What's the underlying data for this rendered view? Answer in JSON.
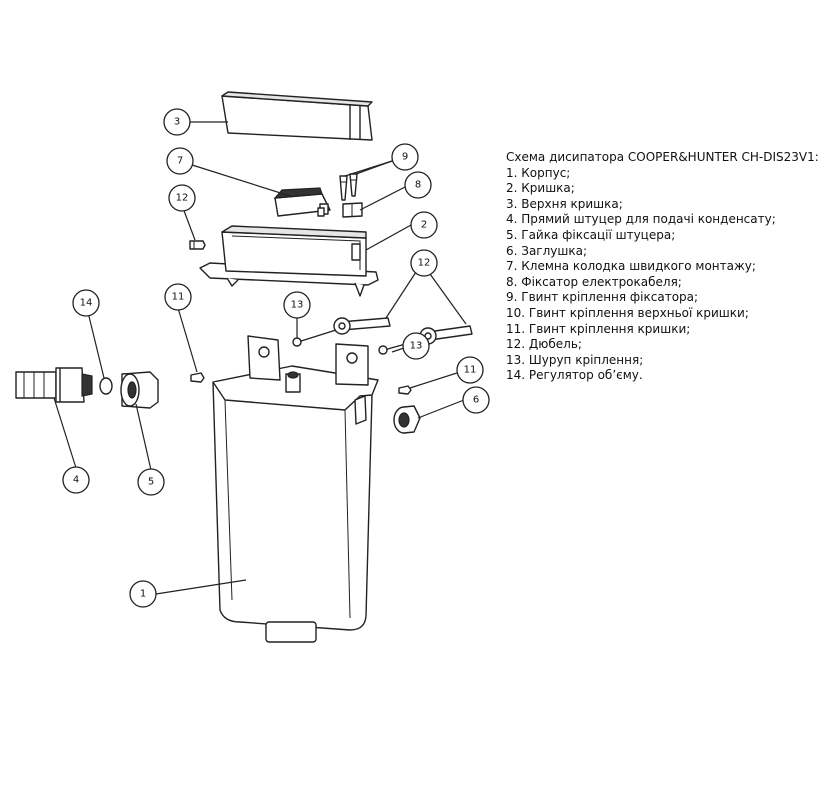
{
  "legend": {
    "title": "Схема дисипатора COOPER&HUNTER CH-DIS23V1:",
    "items": [
      "1. Корпус;",
      "2. Кришка;",
      "3. Верхня кришка;",
      "4. Прямий штуцер для подачі конденсату;",
      "5. Гайка фіксації штуцера;",
      "6. Заглушка;",
      "7. Клемна колодка швидкого монтажу;",
      "8. Фіксатор електрокабеля;",
      "9. Гвинт кріплення фіксатора;",
      "10. Гвинт кріплення верхньої кришки;",
      "11. Гвинт кріплення кришки;",
      "12. Дюбель;",
      "13. Шуруп кріплення;",
      "14. Регулятор об’єму."
    ]
  },
  "callouts": {
    "c1": "1",
    "c2": "2",
    "c3": "3",
    "c4": "4",
    "c5": "5",
    "c6": "6",
    "c7": "7",
    "c8": "8",
    "c9": "9",
    "c11a": "11",
    "c11b": "11",
    "c12a": "12",
    "c12b": "12",
    "c13a": "13",
    "c13b": "13",
    "c14": "14"
  }
}
